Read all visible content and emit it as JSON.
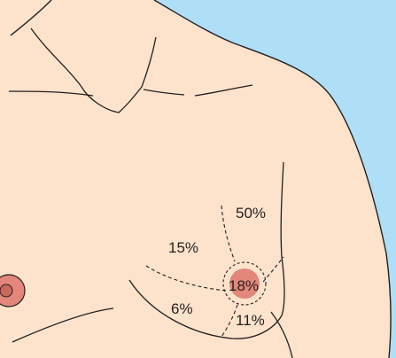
{
  "colors": {
    "background": "#aedff6",
    "skin": "#fde3cc",
    "outline": "#231f20",
    "areola": "#e2877a",
    "nipple": "#c9685d"
  },
  "labels": {
    "upper_outer": "50%",
    "upper_inner": "15%",
    "central": "18%",
    "lower_inner": "6%",
    "lower_outer": "11%"
  }
}
